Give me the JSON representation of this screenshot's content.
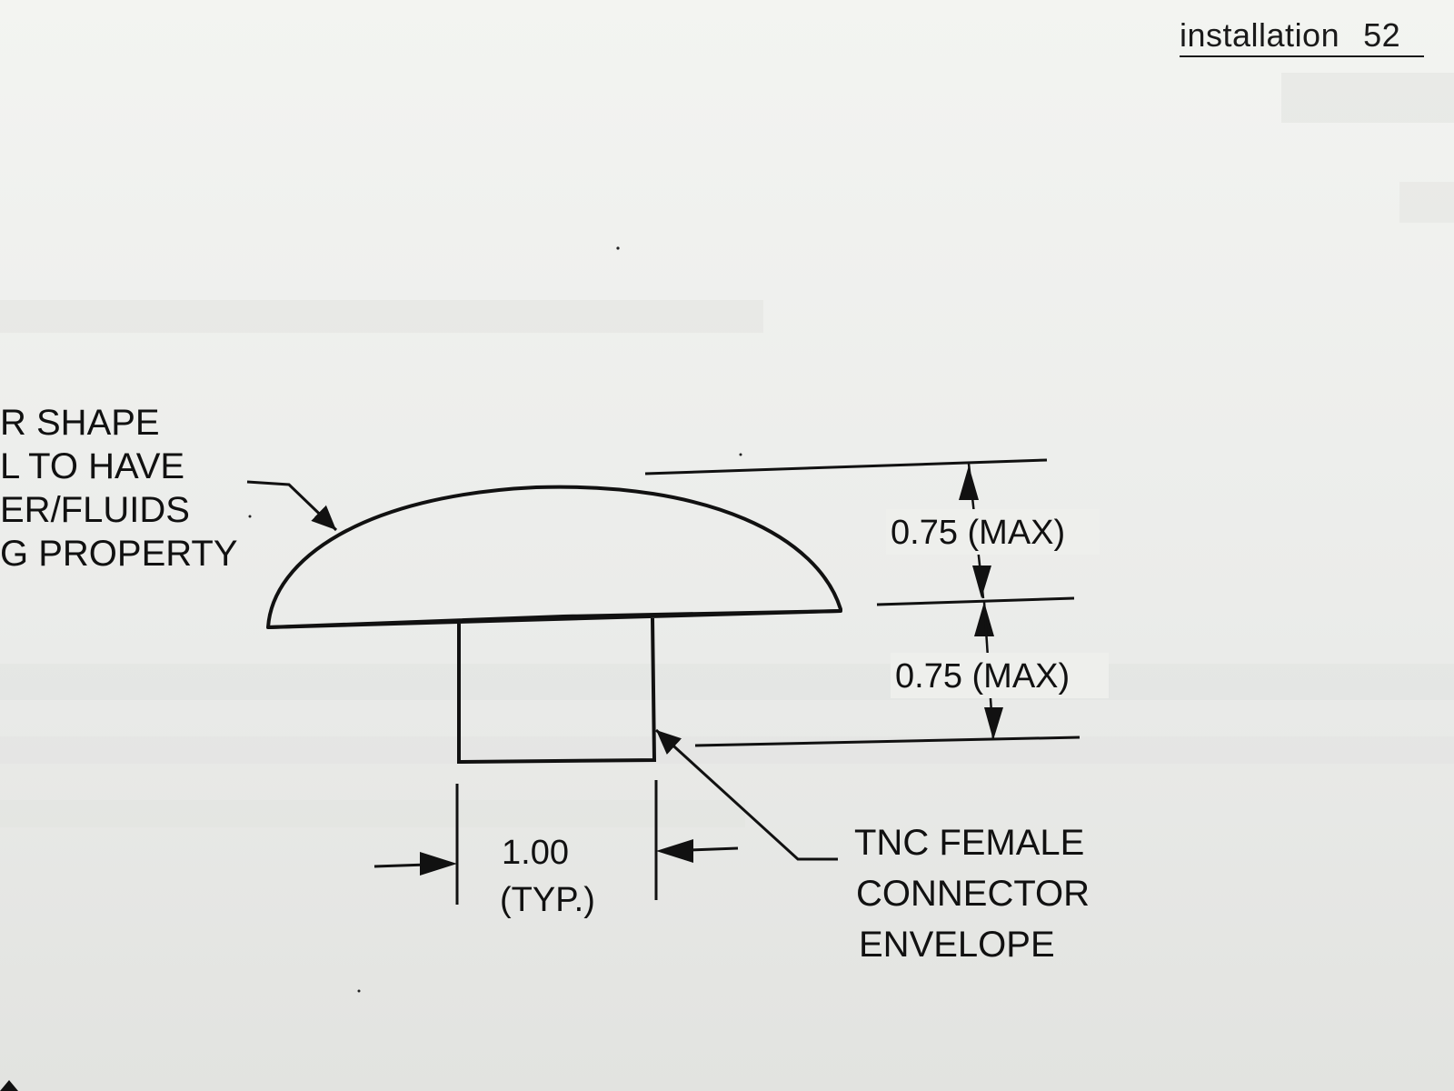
{
  "header": {
    "section": "installation",
    "page_number": "52"
  },
  "diagram": {
    "left_label_lines": [
      "R SHAPE",
      "L TO HAVE",
      "ER/FLUIDS",
      "G PROPERTY"
    ],
    "dim_top": "0.75 (MAX)",
    "dim_bottom": "0.75 (MAX)",
    "dim_width_value": "1.00",
    "dim_width_note": "(TYP.)",
    "connector_label_lines": [
      "TNC FEMALE",
      "CONNECTOR",
      "ENVELOPE"
    ]
  },
  "colors": {
    "paper": "#ecedea",
    "ink": "#111111"
  }
}
